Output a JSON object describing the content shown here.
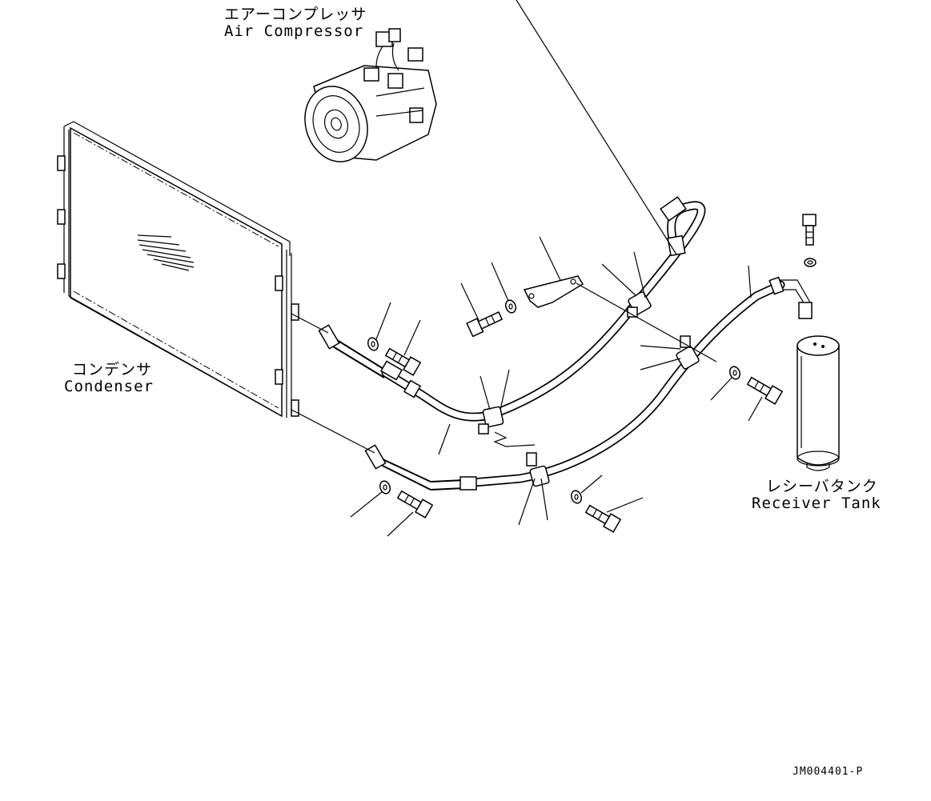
{
  "labels": {
    "compressor_jp": "エアーコンプレッサ",
    "compressor_en": "Air Compressor",
    "condenser_jp": "コンデンサ",
    "condenser_en": "Condenser",
    "receiver_jp": "レシーバタンク",
    "receiver_en": "Receiver Tank"
  },
  "drawing_code": "JM004401-P",
  "colors": {
    "line": "#000000",
    "background": "#ffffff"
  }
}
